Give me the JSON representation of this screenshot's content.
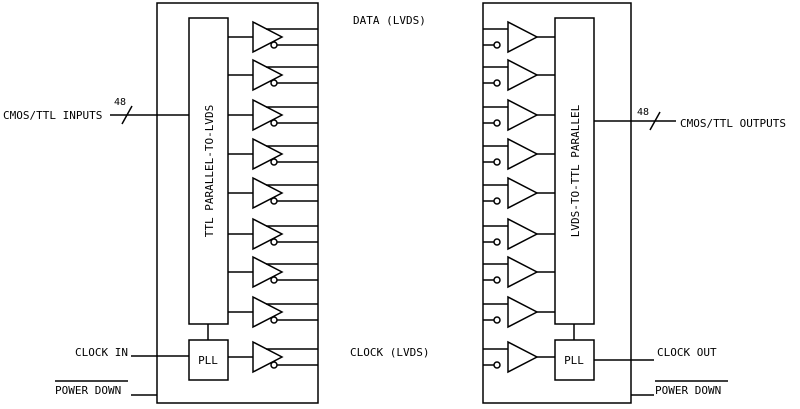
{
  "colors": {
    "line": "#000000",
    "background": "#ffffff"
  },
  "labels": {
    "data_lvds": "DATA (LVDS)",
    "clock_lvds": "CLOCK (LVDS)",
    "cmos_ttl_inputs": "CMOS/TTL INPUTS",
    "cmos_ttl_outputs": "CMOS/TTL OUTPUTS",
    "clock_in": "CLOCK IN",
    "clock_out": "CLOCK OUT",
    "power_down_left": "POWER DOWN",
    "power_down_right": "POWER DOWN",
    "bus_width_in": "48",
    "bus_width_out": "48",
    "ttl_to_lvds": "TTL PARALLEL-TO-LVDS",
    "lvds_to_ttl": "LVDS-TO-TTL PARALLEL",
    "pll_left": "PLL",
    "pll_right": "PLL"
  }
}
